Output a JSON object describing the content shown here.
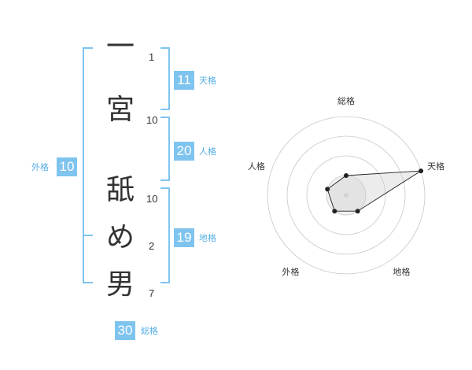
{
  "name": {
    "characters": [
      {
        "char": "一",
        "strokes": "1"
      },
      {
        "char": "宮",
        "strokes": "10"
      },
      {
        "char": "舐",
        "strokes": "10"
      },
      {
        "char": "め",
        "strokes": "2"
      },
      {
        "char": "男",
        "strokes": "7"
      }
    ]
  },
  "fortunes": {
    "tenkaku": {
      "label": "天格",
      "value": "11"
    },
    "jinkaku": {
      "label": "人格",
      "value": "20"
    },
    "chikaku": {
      "label": "地格",
      "value": "19"
    },
    "gaikaku": {
      "label": "外格",
      "value": "10"
    },
    "soukaku": {
      "label": "総格",
      "value": "30"
    }
  },
  "colors": {
    "accent": "#7ec4ef",
    "accent_text": "#55aee6",
    "text": "#333333"
  },
  "chart_data": {
    "type": "radar",
    "axes": [
      "総格",
      "天格",
      "地格",
      "外格",
      "人格"
    ],
    "rings": 4,
    "scale_max": 4,
    "values": [
      1,
      4,
      1,
      1,
      1
    ],
    "grid": true
  }
}
